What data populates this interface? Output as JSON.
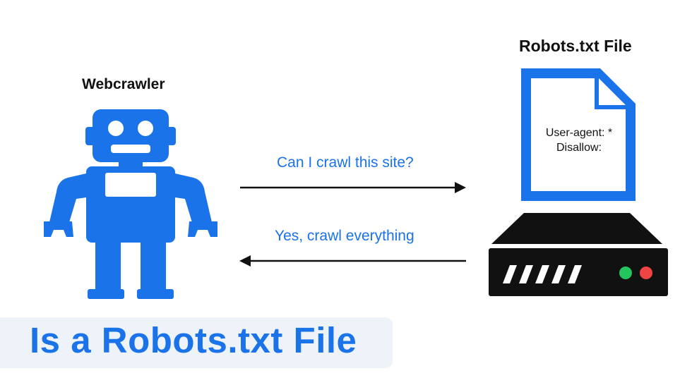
{
  "theme": {
    "accent": "#1a73e8",
    "dark": "#111111",
    "banner_bg": "#eef3fa",
    "led_green": "#22c55e",
    "led_red": "#ef4444"
  },
  "crawler": {
    "label": "Webcrawler",
    "icon": "robot-icon"
  },
  "robots_file": {
    "label": "Robots.txt File",
    "icon": "document-icon",
    "lines": [
      "User-agent: *",
      "Disallow:"
    ]
  },
  "server": {
    "icon": "server-icon"
  },
  "messages": {
    "request": "Can I crawl this site?",
    "response": "Yes, crawl everything"
  },
  "banner": {
    "title": "Is a Robots.txt File"
  }
}
